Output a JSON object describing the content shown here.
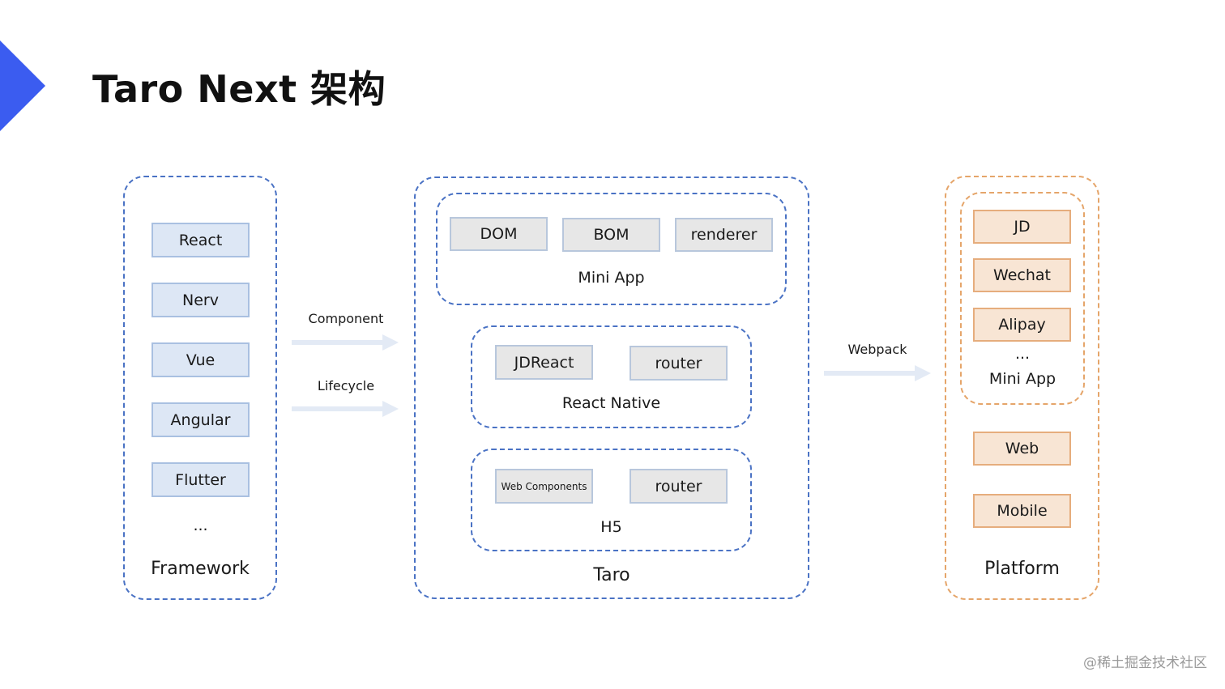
{
  "title": "Taro Next 架构",
  "framework": {
    "items": [
      "React",
      "Nerv",
      "Vue",
      "Angular",
      "Flutter"
    ],
    "ellipsis": "...",
    "label": "Framework"
  },
  "arrows": {
    "component": "Component",
    "lifecycle": "Lifecycle",
    "webpack": "Webpack"
  },
  "taro": {
    "label": "Taro",
    "mini_app": {
      "items": [
        "DOM",
        "BOM",
        "renderer"
      ],
      "label": "Mini App"
    },
    "react_native": {
      "items": [
        "JDReact",
        "router"
      ],
      "label": "React Native"
    },
    "h5": {
      "items": [
        "Web Components",
        "router"
      ],
      "label": "H5"
    }
  },
  "platform": {
    "mini_app": {
      "items": [
        "JD",
        "Wechat",
        "Alipay"
      ],
      "ellipsis": "...",
      "label": "Mini App"
    },
    "items": [
      "Web",
      "Mobile"
    ],
    "label": "Platform"
  },
  "watermark": "@稀土掘金技术社区",
  "colors": {
    "accent": "#3b5cf0",
    "blue_border": "#4a72c4",
    "orange_border": "#e5a56a",
    "blue_box": "#dde7f5",
    "gray_box": "#e7e7e7",
    "orange_box": "#f8e5d4"
  }
}
